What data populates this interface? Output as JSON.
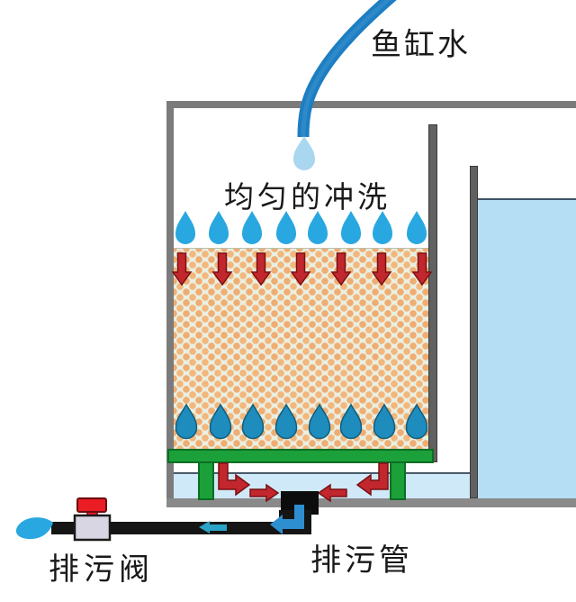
{
  "diagram": {
    "labels": {
      "inflow": "鱼缸水",
      "flush": "均匀的冲洗",
      "valve": "排污阀",
      "drain": "排污管"
    },
    "colors": {
      "hose_blue": "#1d7ec2",
      "drop_blue": "#29a7e0",
      "drop_light": "#a9d7ef",
      "filtered_drop": "#1e8cbc",
      "arrow_red": "#c1272d",
      "plate_green": "#1ca03a",
      "water_light": "#b5def5",
      "media_dot": "#f3b77c",
      "wall_gray": "#7b7b7b",
      "pipe_black": "#151515",
      "valve_handle_red": "#ea1c24",
      "valve_body": "#d9d6e3",
      "flow_teal": "#2aa3c8"
    }
  }
}
